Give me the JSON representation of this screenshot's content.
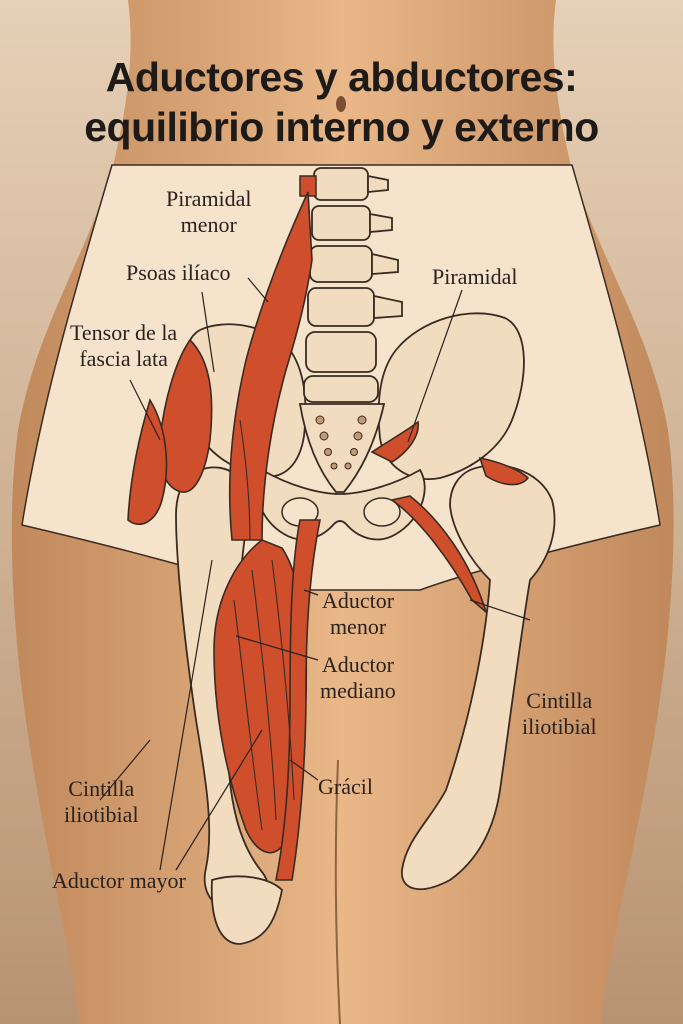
{
  "title": {
    "line1": "Aductores y abductores:",
    "line2": "equilibrio interno y externo"
  },
  "colors": {
    "skin_light": "#e8bf95",
    "skin_dark": "#b88a62",
    "panel": "#f5e2c9",
    "bone": "#f2dcc0",
    "muscle": "#cf4e2c",
    "outline": "#3a2b22"
  },
  "labels": {
    "piramidal_menor": {
      "line1": "Piramidal",
      "line2": "menor"
    },
    "psoas_iliaco": "Psoas ilíaco",
    "tensor_fascia": {
      "line1": "Tensor de la",
      "line2": "fascia lata"
    },
    "piramidal": "Piramidal",
    "aductor_menor": {
      "line1": "Aductor",
      "line2": "menor"
    },
    "aductor_mediano": {
      "line1": "Aductor",
      "line2": "mediano"
    },
    "cintilla_right": {
      "line1": "Cintilla",
      "line2": "iliotibial"
    },
    "gracil": "Grácil",
    "cintilla_left": {
      "line1": "Cintilla",
      "line2": "iliotibial"
    },
    "aductor_mayor": "Aductor mayor"
  }
}
